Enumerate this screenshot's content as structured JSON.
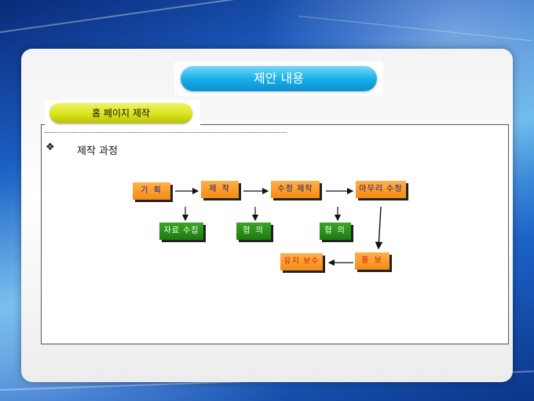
{
  "title": "제안 내용",
  "section": "홈 페이지 제작",
  "bullet": "❖",
  "process_title": "제작 과정",
  "flow": {
    "plan": "기 획",
    "produce": "제 작",
    "revise": "수정 제작",
    "finish": "마무리 수정",
    "collect": "자료 수집",
    "discuss1": "협 의",
    "discuss2": "협 의",
    "promote": "홍 보",
    "maintain": "유지 보수"
  }
}
